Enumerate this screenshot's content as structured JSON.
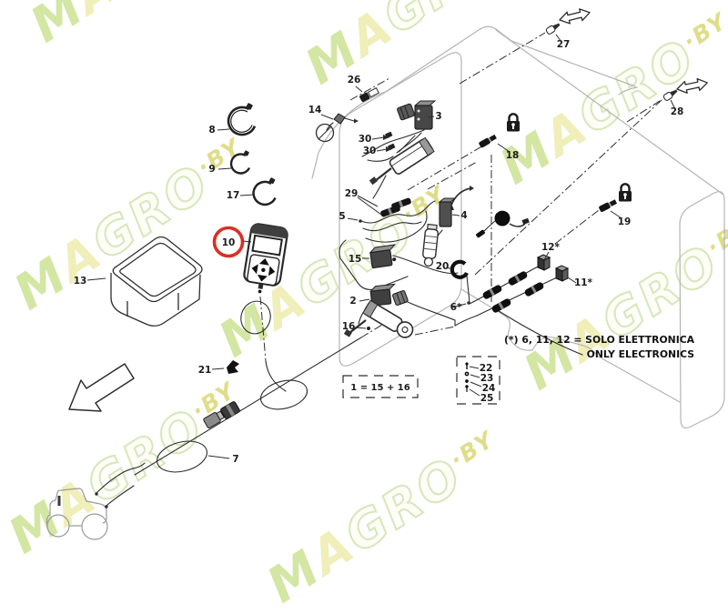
{
  "watermark": {
    "m": "M",
    "a": "A",
    "gro": "GRO",
    "by": "·BY"
  },
  "notes": {
    "line1": "(*) 6, 11, 12 = SOLO ELETTRONICA",
    "line2": "ONLY ELECTRONICS"
  },
  "legend": {
    "formula": "1  =  15 + 16"
  },
  "highlighted_part": "10",
  "colors": {
    "highlight_red": "#d93025",
    "part_line": "#2d2d2d",
    "machine_outline": "#b4b4b4",
    "watermark_green": "#c9e08d",
    "watermark_yellow": "#f0eeb6",
    "watermark_olive": "#dcda7c"
  },
  "icons": {
    "padlock_icon": "locked-fastener",
    "double_arrow_icon": "pull-direction",
    "big_left_arrow_icon": "mounting-direction"
  },
  "part_labels": {
    "p8": "8",
    "p9": "9",
    "p17": "17",
    "p13": "13",
    "p10": "10",
    "p21": "21",
    "p7": "7",
    "p14": "14",
    "p26": "26",
    "p30a": "30",
    "p30b": "30",
    "p3": "3",
    "p29": "29",
    "p5": "5",
    "p4": "4",
    "p20": "20",
    "p15": "15",
    "p2": "2",
    "p16": "16",
    "p6": "6*",
    "p12": "12*",
    "p11": "11*",
    "p18": "18",
    "p19": "19",
    "p27": "27",
    "p28": "28",
    "p22": "22",
    "p23": "23",
    "p24": "24",
    "p25": "25"
  }
}
